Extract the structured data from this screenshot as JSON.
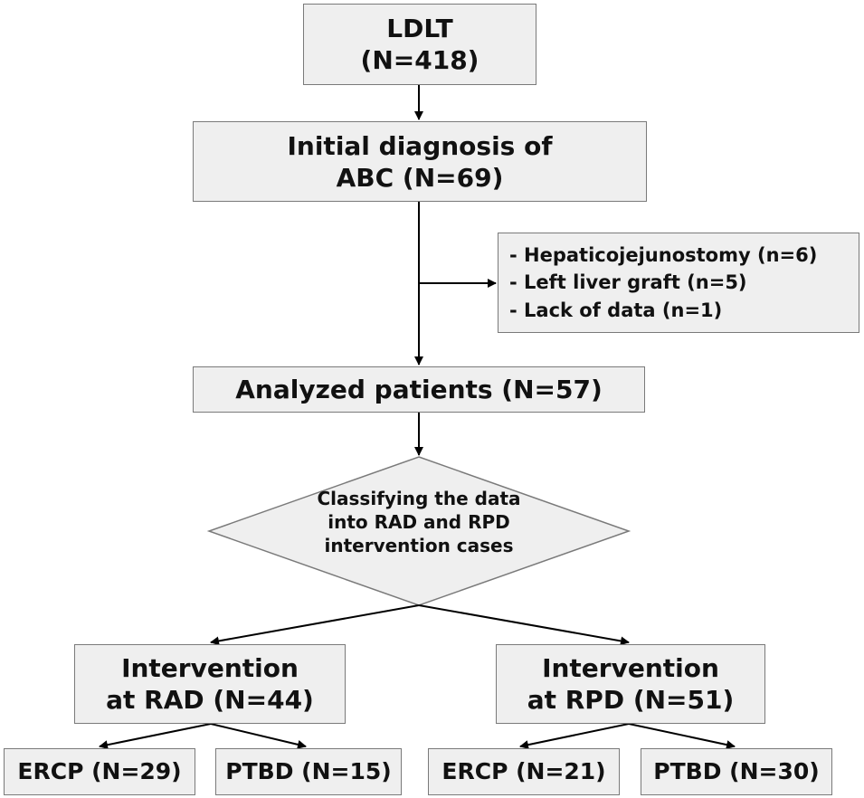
{
  "nodes": {
    "ldlt": {
      "line1": "LDLT",
      "line2": "(N=418)"
    },
    "initial_diagnosis": {
      "line1": "Initial diagnosis of",
      "line2": "ABC (N=69)"
    },
    "exclusions": [
      "- Hepaticojejunostomy (n=6)",
      "- Left liver graft (n=5)",
      "- Lack of data (n=1)"
    ],
    "analyzed": {
      "label": "Analyzed patients (N=57)"
    },
    "decision": {
      "line1": "Classifying the data",
      "line2": "into RAD and RPD",
      "line3": "intervention cases"
    },
    "rad": {
      "line1": "Intervention",
      "line2": "at RAD (N=44)"
    },
    "rpd": {
      "line1": "Intervention",
      "line2": "at RPD (N=51)"
    },
    "rad_ercp": {
      "label": "ERCP (N=29)"
    },
    "rad_ptbd": {
      "label": "PTBD (N=15)"
    },
    "rpd_ercp": {
      "label": "ERCP (N=21)"
    },
    "rpd_ptbd": {
      "label": "PTBD (N=30)"
    }
  },
  "colors": {
    "box_fill": "#efefef",
    "box_border": "#7a7a7a",
    "arrow": "#000000",
    "text": "#111111"
  }
}
